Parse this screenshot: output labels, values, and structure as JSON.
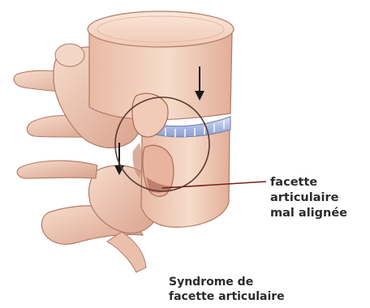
{
  "callout": {
    "line1": "facette",
    "line2": "articulaire",
    "line3": "mal alignée"
  },
  "caption": {
    "line1": "Syndrome de",
    "line2": "facette articulaire"
  },
  "colors": {
    "bone": "#f4d2bf",
    "bone_shadow": "#d9a48d",
    "bone_dark": "#b97d68",
    "disc": "#b7c4e6",
    "outline": "#7a4e3d",
    "callout_line": "#7a1f1f",
    "arrow": "#1a1a1a"
  },
  "icons": {
    "arrow_upper": "down-arrow-icon",
    "arrow_lower": "down-arrow-icon"
  }
}
